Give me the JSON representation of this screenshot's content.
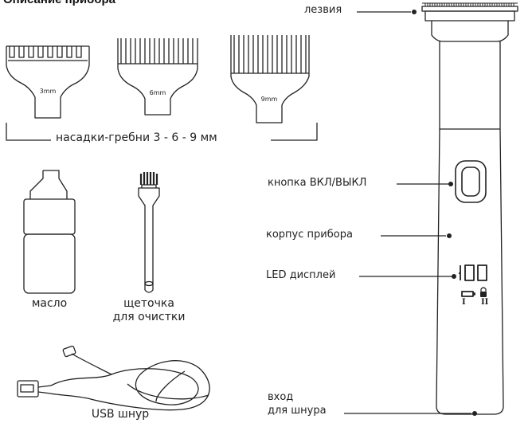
{
  "title": "Описание прибора",
  "labels": {
    "blades": "лезвия",
    "combs": "насадки-гребни 3 - 6 - 9 мм",
    "power": "кнопка ВКЛ/ВЫКЛ",
    "body": "корпус прибора",
    "led": "LED дисплей",
    "oil": "масло",
    "brush_line1": "щеточка",
    "brush_line2": "для очистки",
    "usb": "USB шнур",
    "port_line1": "вход",
    "port_line2": "для шнура"
  },
  "combs": [
    {
      "size": "3mm"
    },
    {
      "size": "6mm"
    },
    {
      "size": "9mm"
    }
  ],
  "display": {
    "value": "100",
    "mark_left": "I",
    "mark_right": "II"
  }
}
